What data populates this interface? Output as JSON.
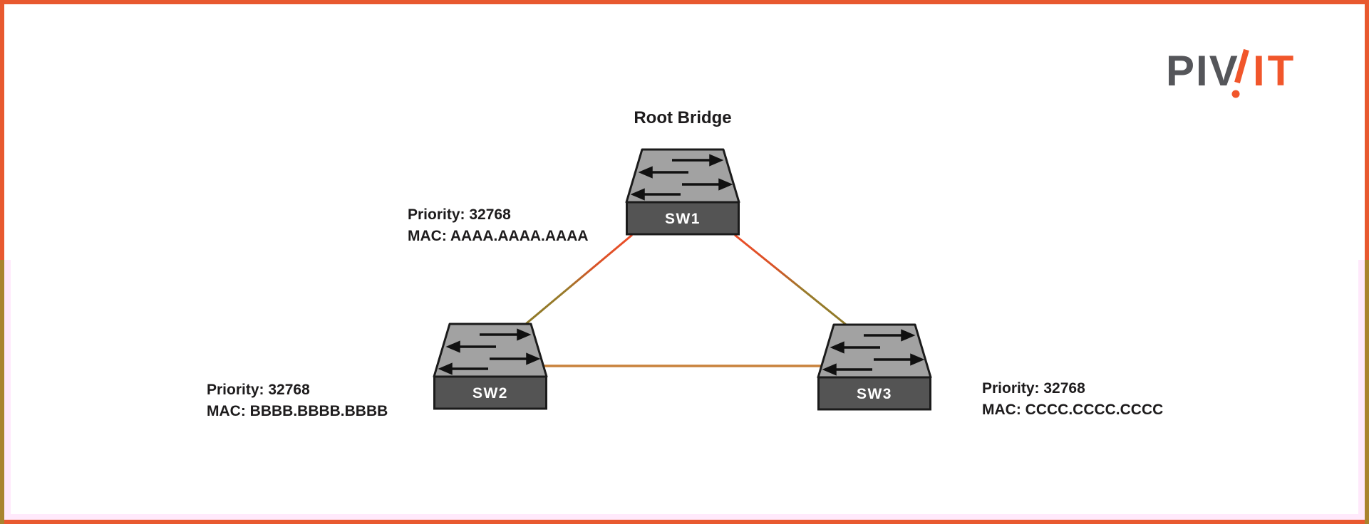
{
  "page": {
    "type": "network-topology-diagram",
    "topic": "Spanning Tree root bridge election"
  },
  "colors": {
    "frame_orange": "#E8592F",
    "frame_olive": "#A9842E",
    "frame_pink": "#FFE9FB",
    "link_gradient_start": "#ED4D28",
    "link_gradient_end": "#8E7927",
    "link_tan": "#C8823C",
    "switch_top_face": "#A2A2A2",
    "switch_front_face": "#545454",
    "switch_outline": "#1B1B1B",
    "text": "#1D1B1C",
    "logo_gray": "#55565A",
    "logo_orange": "#F1562B"
  },
  "logo": {
    "gray_text": "PIV",
    "orange_text": "IT",
    "mark": "slanted-exclamation"
  },
  "diagram": {
    "root_label": "Root Bridge",
    "switches": [
      {
        "name": "SW1",
        "role": "root bridge",
        "priority": "Priority: 32768",
        "mac": "MAC: AAAA.AAAA.AAAA"
      },
      {
        "name": "SW2",
        "role": "non-root",
        "priority": "Priority: 32768",
        "mac": "MAC: BBBB.BBBB.BBBB"
      },
      {
        "name": "SW3",
        "role": "non-root",
        "priority": "Priority: 32768",
        "mac": "MAC: CCCC.CCCC.CCCC"
      }
    ],
    "links": [
      {
        "from": "SW1",
        "to": "SW2",
        "style": "orange-to-olive gradient"
      },
      {
        "from": "SW1",
        "to": "SW3",
        "style": "orange-to-olive gradient"
      },
      {
        "from": "SW2",
        "to": "SW3",
        "style": "tan"
      }
    ]
  }
}
